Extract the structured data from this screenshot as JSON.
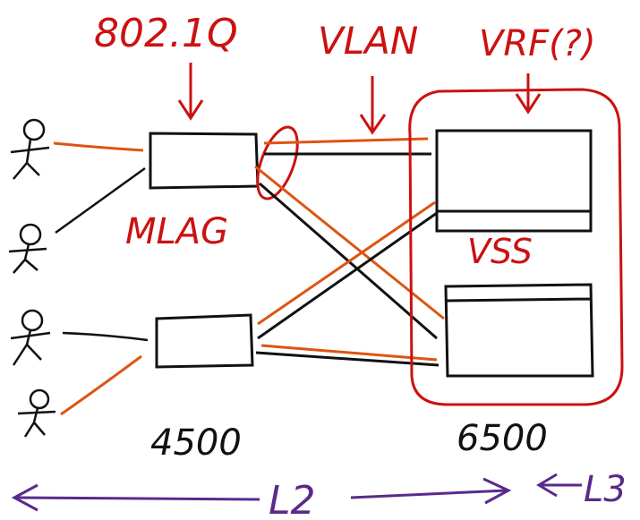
{
  "labels": {
    "dot1q": "802.1Q",
    "vlan": "VLAN",
    "vrf": "VRF(?)",
    "mlag": "MLAG",
    "vss": "VSS",
    "access_model": "4500",
    "core_model": "6500",
    "l2": "L2",
    "l3": "L3"
  },
  "colors": {
    "red": "#cc1111",
    "orange": "#dd5511",
    "black": "#111111",
    "purple": "#5a2a8a"
  }
}
